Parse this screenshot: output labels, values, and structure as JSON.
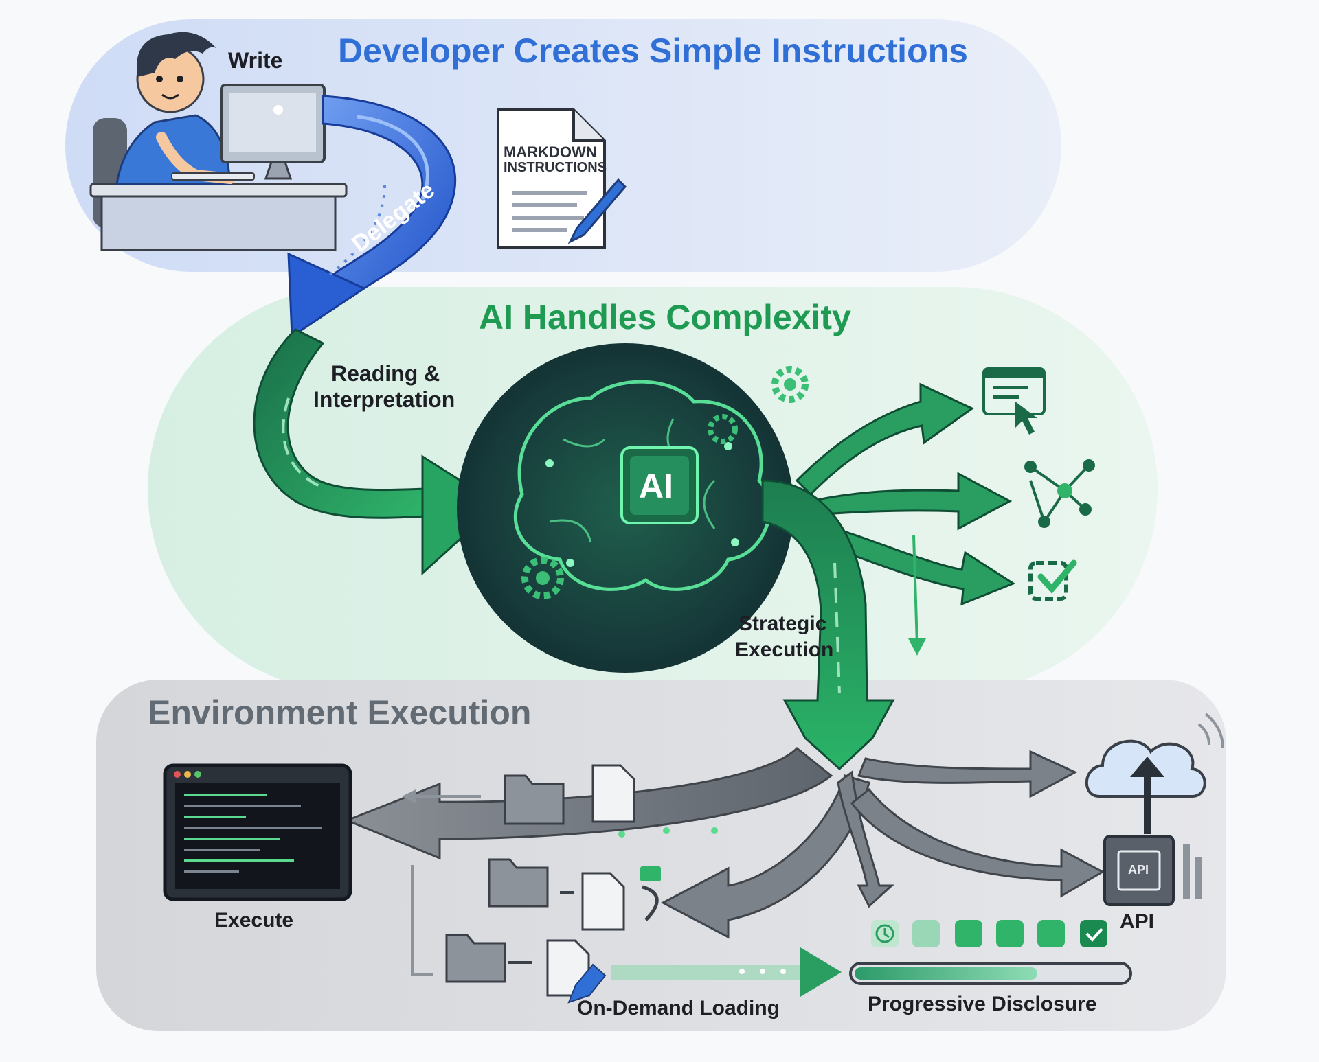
{
  "panels": {
    "developer": {
      "title": "Developer Creates Simple Instructions",
      "write_label": "Write",
      "document_title_line1": "MARKDOWN",
      "document_title_line2": "INSTRUCTIONS",
      "delegate_label": "Delegate",
      "color": "#2f6fd6"
    },
    "ai": {
      "title": "AI Handles Complexity",
      "reading_label_line1": "Reading &",
      "reading_label_line2": "Interpretation",
      "chip_label": "AI",
      "strategic_label_line1": "Strategic",
      "strategic_label_line2": "Execution",
      "color": "#1f9a52"
    },
    "environment": {
      "title": "Environment Execution",
      "execute_label": "Execute",
      "on_demand_label": "On-Demand Loading",
      "progressive_label": "Progressive Disclosure",
      "api_label": "API",
      "api_box_text": "API",
      "color": "#626a73"
    }
  },
  "icons": [
    "developer-avatar-icon",
    "computer-monitor-icon",
    "document-icon",
    "pen-icon",
    "brain-circuit-icon",
    "gear-icon",
    "browser-window-icon",
    "cursor-icon",
    "network-nodes-icon",
    "checkbox-icon",
    "terminal-window-icon",
    "folder-icon",
    "file-icon",
    "cloud-upload-icon",
    "api-box-icon",
    "clock-icon",
    "checkmark-icon"
  ]
}
